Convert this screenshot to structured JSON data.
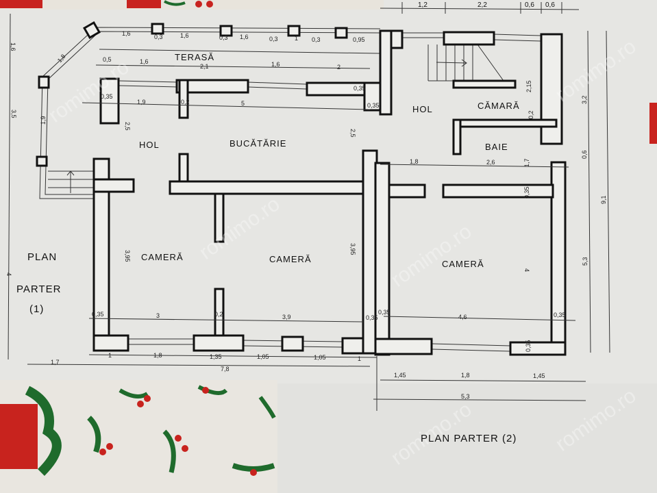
{
  "colors": {
    "paper": "#e9e9e6",
    "ink": "#111111",
    "cloth_red": "#c8231e",
    "cloth_green": "#1f6b2c"
  },
  "watermark": "romimo.ro",
  "rooms": {
    "terasa": "TERASĂ",
    "hol1": "HOL",
    "bucatarie": "BUCĂTĂRIE",
    "camera1": "CAMERĂ",
    "camera2": "CAMERĂ",
    "hol2": "HOL",
    "camara": "CĂMARĂ",
    "baie": "BAIE",
    "camera3": "CAMERĂ"
  },
  "titles": {
    "plan1_line1": "PLAN",
    "plan1_line2": "PARTER",
    "plan1_line3": "(1)",
    "plan2": "PLAN  PARTER (2)"
  },
  "dims": [
    "1,6",
    "0,3",
    "1,6",
    "0,3",
    "1,6",
    "0,3",
    "1",
    "0,3",
    "0,95",
    "1,8",
    "1,6",
    "3,5",
    "1,9",
    "0,5",
    "1,6",
    "2,1",
    "1,6",
    "2",
    "0,35",
    "1,9",
    "0,2",
    "5",
    "0,35",
    "0,35",
    "2,5",
    "2,5",
    "3,95",
    "3,95",
    "0,35",
    "3",
    "0,2",
    "3,9",
    "0,35",
    "0,35",
    "4,6",
    "0,35",
    "1",
    "1,8",
    "1,35",
    "1,05",
    "1,05",
    "1",
    "1,7",
    "7,8",
    "1,45",
    "1,8",
    "1,45",
    "5,3",
    "4",
    "4",
    "2,15",
    "0,2",
    "1,8",
    "2,6",
    "1,7",
    "0,35",
    "0,35",
    "3,2",
    "0,6",
    "9,1",
    "5,3",
    "1,2",
    "2,2",
    "0,6",
    "0,6"
  ]
}
